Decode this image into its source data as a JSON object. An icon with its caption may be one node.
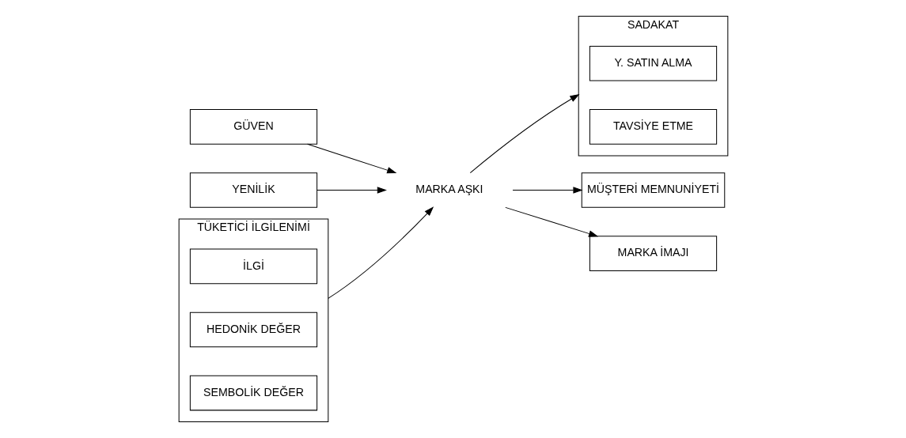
{
  "diagram": {
    "nodes": [
      {
        "text": [
          "GÜVEN"
        ]
      },
      {
        "text": [
          "YENİLİK"
        ]
      },
      {
        "text": [
          "TÜKETİCİ İLGİLENİMİ"
        ]
      },
      {
        "text": [
          "İLGİ"
        ],
        "in": 2
      },
      {
        "text": [
          "HEDONİK DEĞER"
        ],
        "in": 2
      },
      {
        "text": [
          "SEMBOLİK DEĞER"
        ],
        "in": 2
      },
      {
        "text": [
          "MARKA AŞKI"
        ]
      },
      {
        "text": [
          "SADAKAT"
        ]
      },
      {
        "text": [
          "Y. SATIN ALMA"
        ],
        "in": 7
      },
      {
        "text": [
          "TAVSİYE ETME"
        ],
        "in": 7
      },
      {
        "text": [
          "MÜŞTERİ MEMNUNİYETİ"
        ]
      },
      {
        "text": [
          "MARKA İMAJI"
        ]
      }
    ],
    "edges": [
      {
        "from": 0,
        "to": 6,
        "arrow": "to"
      },
      {
        "from": 1,
        "to": 6,
        "arrow": "to"
      },
      {
        "from": 2,
        "to": 6,
        "arrow": "to"
      },
      {
        "from": 6,
        "to": 7,
        "arrow": "to"
      },
      {
        "from": 6,
        "to": 10,
        "arrow": "to"
      },
      {
        "from": 6,
        "to": 11,
        "arrow": "to"
      }
    ]
  }
}
